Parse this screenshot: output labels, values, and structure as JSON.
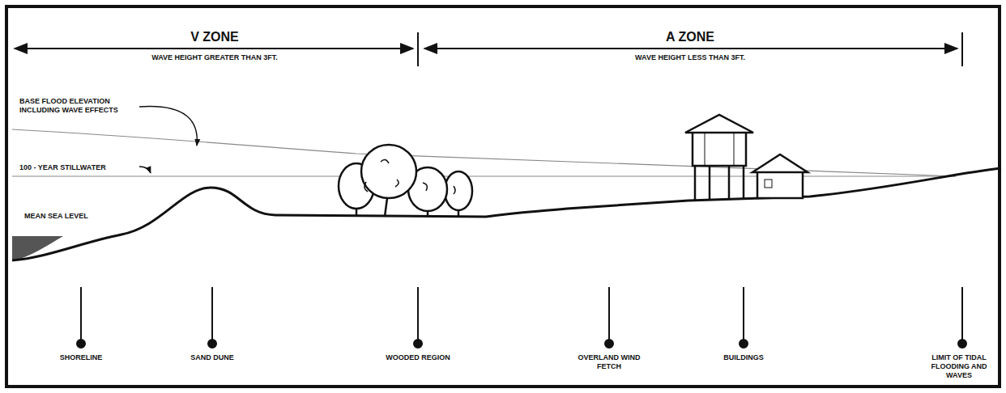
{
  "diagram": {
    "labels": [
      "V ZONE",
      "WAVE HEIGHT GREATER THAN 3FT.",
      "A ZONE",
      "WAVE HEIGHT LESS THAN 3FT.",
      "BASE FLOOD ELEVATION INCLUDING WAVE EFFECTS",
      "100 - YEAR STILLWATER",
      "MEAN SEA LEVEL",
      "SHORELINE",
      "SAND DUNE",
      "WOODED REGION",
      "OVERLAND WIND FETCH",
      "BUILDINGS",
      "LIMIT OF TIDAL FLOODING AND WAVES"
    ]
  }
}
